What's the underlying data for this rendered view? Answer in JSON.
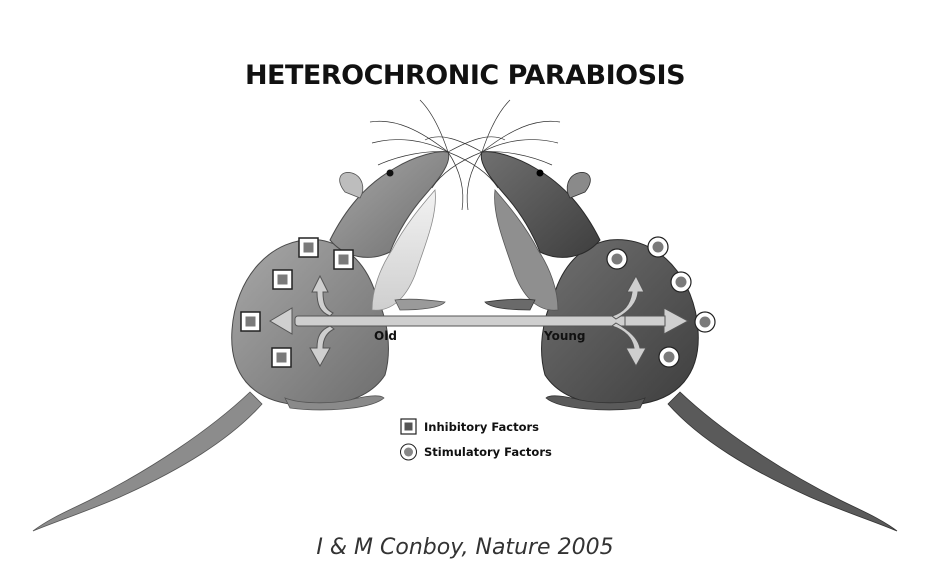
{
  "diagram": {
    "title": "HETEROCHRONIC PARABIOSIS",
    "left_label": "Old",
    "right_label": "Young",
    "legend": {
      "inhibitory": "Inhibitory Factors",
      "stimulatory": "Stimulatory Factors"
    },
    "caption": "I & M Conboy, Nature 2005"
  },
  "colors": {
    "old_mouse_fur": "#8a8a8a",
    "young_mouse_fur": "#4f4f4f",
    "arrow_fill": "#c8c8c8",
    "factor_marker": "#7a7a7a"
  }
}
